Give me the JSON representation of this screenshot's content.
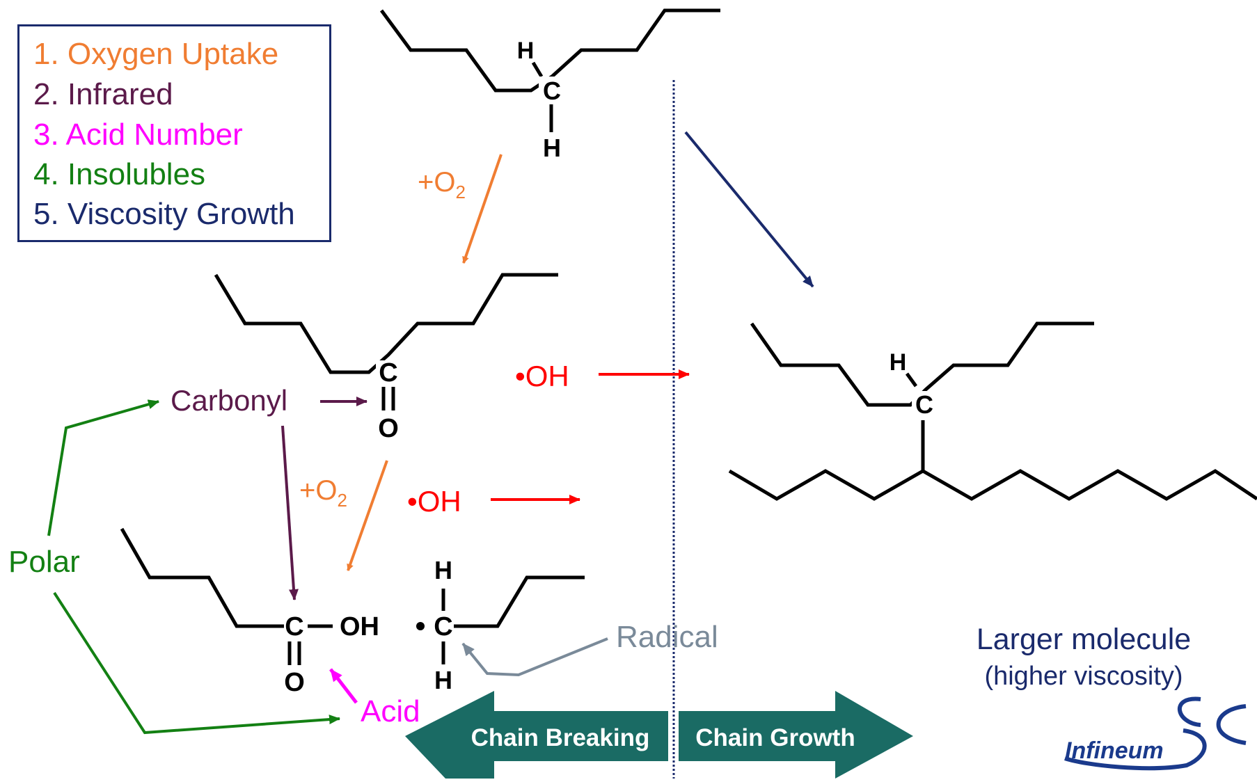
{
  "legend": {
    "items": [
      {
        "label": "1. Oxygen Uptake",
        "color": "#f07d32"
      },
      {
        "label": "2. Infrared",
        "color": "#5b1a4a"
      },
      {
        "label": "3. Acid Number",
        "color": "#ff00ff"
      },
      {
        "label": "4. Insolubles",
        "color": "#138013"
      },
      {
        "label": "5. Viscosity Growth",
        "color": "#1a2a6c"
      }
    ]
  },
  "atoms": {
    "h": "H",
    "c": "C",
    "o": "O",
    "oh": "OH",
    "dot": "•"
  },
  "labels": {
    "o2_plus": "+O",
    "o2_sub": "2",
    "hydroxyl_radical": "•OH",
    "carbonyl": "Carbonyl",
    "polar": "Polar",
    "acid": "Acid",
    "radical": "Radical",
    "larger_molecule": "Larger molecule",
    "higher_viscosity": "(higher viscosity)"
  },
  "arrows": {
    "chain_breaking": "Chain Breaking",
    "chain_growth": "Chain Growth"
  },
  "logo": {
    "text": "Infineum"
  },
  "colors": {
    "orange": "#f07d32",
    "maroon": "#5b1a4a",
    "magenta": "#ff00ff",
    "green": "#138013",
    "navy": "#1a2a6c",
    "red": "#ff0000",
    "gray": "#7a8a99",
    "teal": "#1a6b64"
  }
}
